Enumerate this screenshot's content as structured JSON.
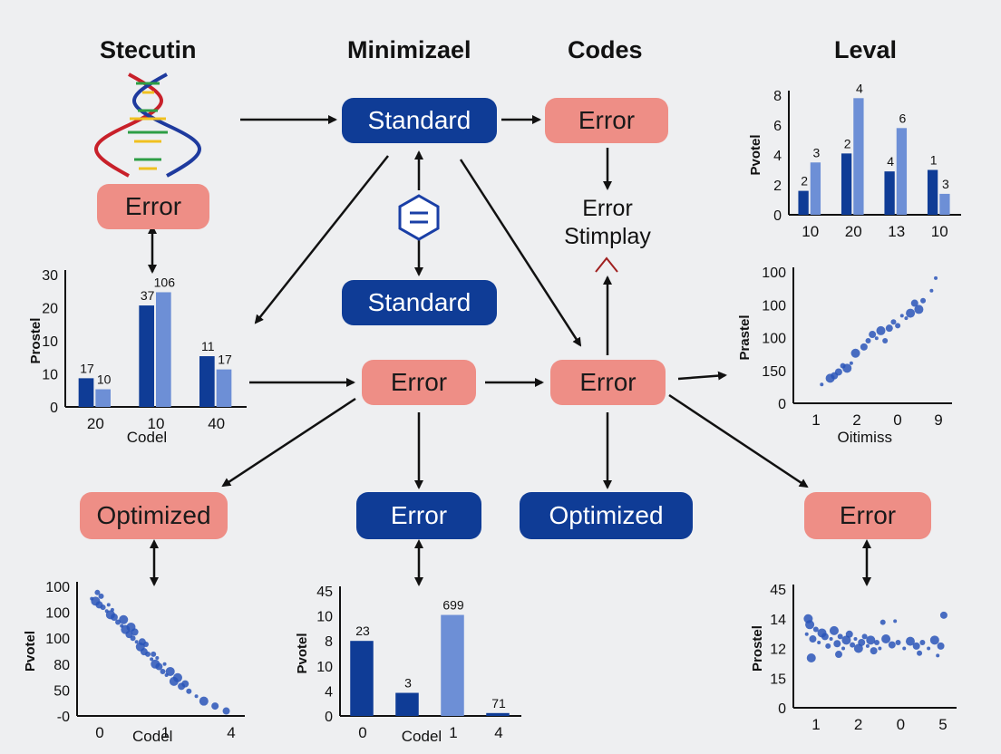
{
  "headers": [
    "Stecutin",
    "Minimizael",
    "Codes",
    "Leval"
  ],
  "nodes": {
    "standard_top": "Standard",
    "error_top_right": "Error",
    "error_left": "Error",
    "standard_mid": "Standard",
    "error_stimplay": "Error\nStimplay",
    "error_center": "Error",
    "error_right_mid": "Error",
    "optimized_left": "Optimized",
    "error_bottom_center": "Error",
    "optimized_center": "Optimized",
    "error_bottom_right": "Error"
  },
  "colors": {
    "blue_node": "#0f3c96",
    "pink_node": "#ee8e86",
    "bar_dark": "#0f3c96",
    "bar_light": "#6d8fd6",
    "point": "#2a55b8"
  },
  "icons": [
    "dna-icon",
    "hexagon-equals-icon",
    "caret-up-icon"
  ],
  "chart_data": [
    {
      "id": "chart-left-bar",
      "type": "bar",
      "ylabel": "Prostel",
      "xlabel": "Codel",
      "ytick_labels": [
        "30",
        "20",
        "10",
        "10",
        "0"
      ],
      "categories": [
        "20",
        "10",
        "40"
      ],
      "series": [
        {
          "values": [
            6.5,
            23,
            11.5
          ]
        },
        {
          "values": [
            4,
            26,
            8.5
          ]
        }
      ],
      "data_labels": [
        [
          "17",
          "10"
        ],
        [
          "37",
          "106"
        ],
        [
          "11",
          "17"
        ]
      ],
      "ylim": [
        0,
        30
      ]
    },
    {
      "id": "chart-top-right-bar",
      "type": "bar",
      "ylabel": "Pvotel",
      "ytick_labels": [
        "8",
        "6",
        "4",
        "2",
        "0"
      ],
      "categories": [
        "10",
        "20",
        "13",
        "10"
      ],
      "series": [
        {
          "values": [
            1.6,
            4.1,
            2.9,
            3.0
          ]
        },
        {
          "values": [
            3.5,
            7.8,
            5.8,
            1.4
          ]
        }
      ],
      "data_labels": [
        [
          "2",
          "3"
        ],
        [
          "2",
          "4"
        ],
        [
          "4",
          "6"
        ],
        [
          "1",
          "3"
        ]
      ],
      "ylim": [
        0,
        8
      ]
    },
    {
      "id": "chart-right-scatter",
      "type": "scatter",
      "ylabel": "Prastel",
      "xlabel": "Oitimiss",
      "ytick_labels": [
        "100",
        "100",
        "100",
        "150",
        "0"
      ],
      "xtick_labels": [
        "1",
        "2",
        "0",
        "9"
      ],
      "points": [
        [
          1.0,
          0.15
        ],
        [
          1.2,
          0.2
        ],
        [
          1.4,
          0.25
        ],
        [
          1.5,
          0.3
        ],
        [
          1.7,
          0.32
        ],
        [
          1.8,
          0.4
        ],
        [
          2.0,
          0.45
        ],
        [
          2.1,
          0.5
        ],
        [
          2.3,
          0.52
        ],
        [
          2.4,
          0.58
        ],
        [
          2.6,
          0.6
        ],
        [
          2.7,
          0.65
        ],
        [
          2.9,
          0.7
        ],
        [
          3.1,
          0.72
        ],
        [
          3.2,
          0.8
        ],
        [
          3.4,
          0.82
        ],
        [
          3.6,
          0.9
        ],
        [
          1.6,
          0.28
        ],
        [
          2.2,
          0.55
        ],
        [
          2.8,
          0.62
        ],
        [
          3.0,
          0.68
        ],
        [
          3.3,
          0.75
        ],
        [
          1.3,
          0.22
        ],
        [
          2.5,
          0.5
        ],
        [
          3.7,
          1.0
        ]
      ],
      "xlim": [
        0.5,
        4
      ],
      "ylim": [
        0,
        1.05
      ]
    },
    {
      "id": "chart-bottom-left-scatter",
      "type": "scatter",
      "ylabel": "Pvotel",
      "xlabel": "Codel",
      "ytick_labels": [
        "100",
        "100",
        "100",
        "80",
        "50",
        "-0"
      ],
      "xtick_labels": [
        "0",
        "1",
        "4"
      ],
      "points": [
        [
          0.0,
          0.95
        ],
        [
          0.1,
          0.93
        ],
        [
          0.2,
          0.9
        ],
        [
          0.3,
          0.88
        ],
        [
          0.4,
          0.85
        ],
        [
          0.5,
          0.82
        ],
        [
          0.6,
          0.8
        ],
        [
          0.7,
          0.76
        ],
        [
          0.8,
          0.73
        ],
        [
          0.9,
          0.7
        ],
        [
          1.0,
          0.66
        ],
        [
          1.1,
          0.63
        ],
        [
          1.2,
          0.6
        ],
        [
          1.3,
          0.56
        ],
        [
          1.4,
          0.52
        ],
        [
          1.5,
          0.5
        ],
        [
          1.6,
          0.46
        ],
        [
          1.7,
          0.42
        ],
        [
          1.8,
          0.4
        ],
        [
          1.9,
          0.36
        ],
        [
          2.0,
          0.33
        ],
        [
          2.2,
          0.28
        ],
        [
          2.4,
          0.24
        ],
        [
          2.6,
          0.2
        ],
        [
          2.8,
          0.16
        ],
        [
          3.0,
          0.12
        ],
        [
          3.3,
          0.08
        ],
        [
          0.25,
          0.97
        ],
        [
          0.55,
          0.86
        ],
        [
          0.85,
          0.78
        ],
        [
          1.15,
          0.68
        ],
        [
          1.45,
          0.58
        ],
        [
          1.75,
          0.47
        ],
        [
          2.1,
          0.36
        ],
        [
          2.5,
          0.26
        ],
        [
          0.15,
          1.0
        ],
        [
          0.45,
          0.9
        ],
        [
          1.05,
          0.72
        ],
        [
          1.35,
          0.6
        ],
        [
          1.65,
          0.5
        ],
        [
          1.95,
          0.42
        ],
        [
          2.3,
          0.31
        ],
        [
          3.6,
          0.04
        ]
      ],
      "xlim": [
        -0.2,
        4
      ],
      "ylim": [
        0,
        1.05
      ]
    },
    {
      "id": "chart-bottom-center-bar",
      "type": "bar",
      "ylabel": "Pvotel",
      "xlabel": "Codel",
      "ytick_labels": [
        "45",
        "10",
        "8",
        "10",
        "4",
        "0"
      ],
      "categories": [
        "0",
        "",
        "1",
        "4"
      ],
      "values": [
        7.8,
        2.4,
        10.5,
        0.3
      ],
      "data_labels": [
        "23",
        "3",
        "699",
        "71"
      ],
      "ylim": [
        0,
        13
      ]
    },
    {
      "id": "chart-bottom-right-scatter",
      "type": "scatter",
      "ylabel": "Prostel",
      "ytick_labels": [
        "45",
        "14",
        "12",
        "15",
        "0"
      ],
      "xtick_labels": [
        "1",
        "2",
        "0",
        "5"
      ],
      "points": [
        [
          0.2,
          0.62
        ],
        [
          0.3,
          0.7
        ],
        [
          0.4,
          0.58
        ],
        [
          0.5,
          0.66
        ],
        [
          0.6,
          0.55
        ],
        [
          0.7,
          0.63
        ],
        [
          0.8,
          0.6
        ],
        [
          0.9,
          0.52
        ],
        [
          1.0,
          0.58
        ],
        [
          1.1,
          0.65
        ],
        [
          1.2,
          0.54
        ],
        [
          1.3,
          0.6
        ],
        [
          1.4,
          0.5
        ],
        [
          1.5,
          0.57
        ],
        [
          1.6,
          0.62
        ],
        [
          1.7,
          0.53
        ],
        [
          1.8,
          0.58
        ],
        [
          1.9,
          0.5
        ],
        [
          2.0,
          0.55
        ],
        [
          2.1,
          0.6
        ],
        [
          2.2,
          0.52
        ],
        [
          2.3,
          0.57
        ],
        [
          2.4,
          0.48
        ],
        [
          2.5,
          0.55
        ],
        [
          2.6,
          0.5
        ],
        [
          2.8,
          0.58
        ],
        [
          3.0,
          0.53
        ],
        [
          3.2,
          0.55
        ],
        [
          3.4,
          0.5
        ],
        [
          3.6,
          0.56
        ],
        [
          3.8,
          0.52
        ],
        [
          4.0,
          0.55
        ],
        [
          4.2,
          0.5
        ],
        [
          4.4,
          0.57
        ],
        [
          4.6,
          0.52
        ],
        [
          2.7,
          0.72
        ],
        [
          3.1,
          0.73
        ],
        [
          0.35,
          0.42
        ],
        [
          1.25,
          0.45
        ],
        [
          3.9,
          0.46
        ],
        [
          4.5,
          0.44
        ],
        [
          0.25,
          0.75
        ],
        [
          4.7,
          0.78
        ]
      ],
      "xlim": [
        0,
        5
      ],
      "ylim": [
        0,
        1
      ]
    }
  ]
}
